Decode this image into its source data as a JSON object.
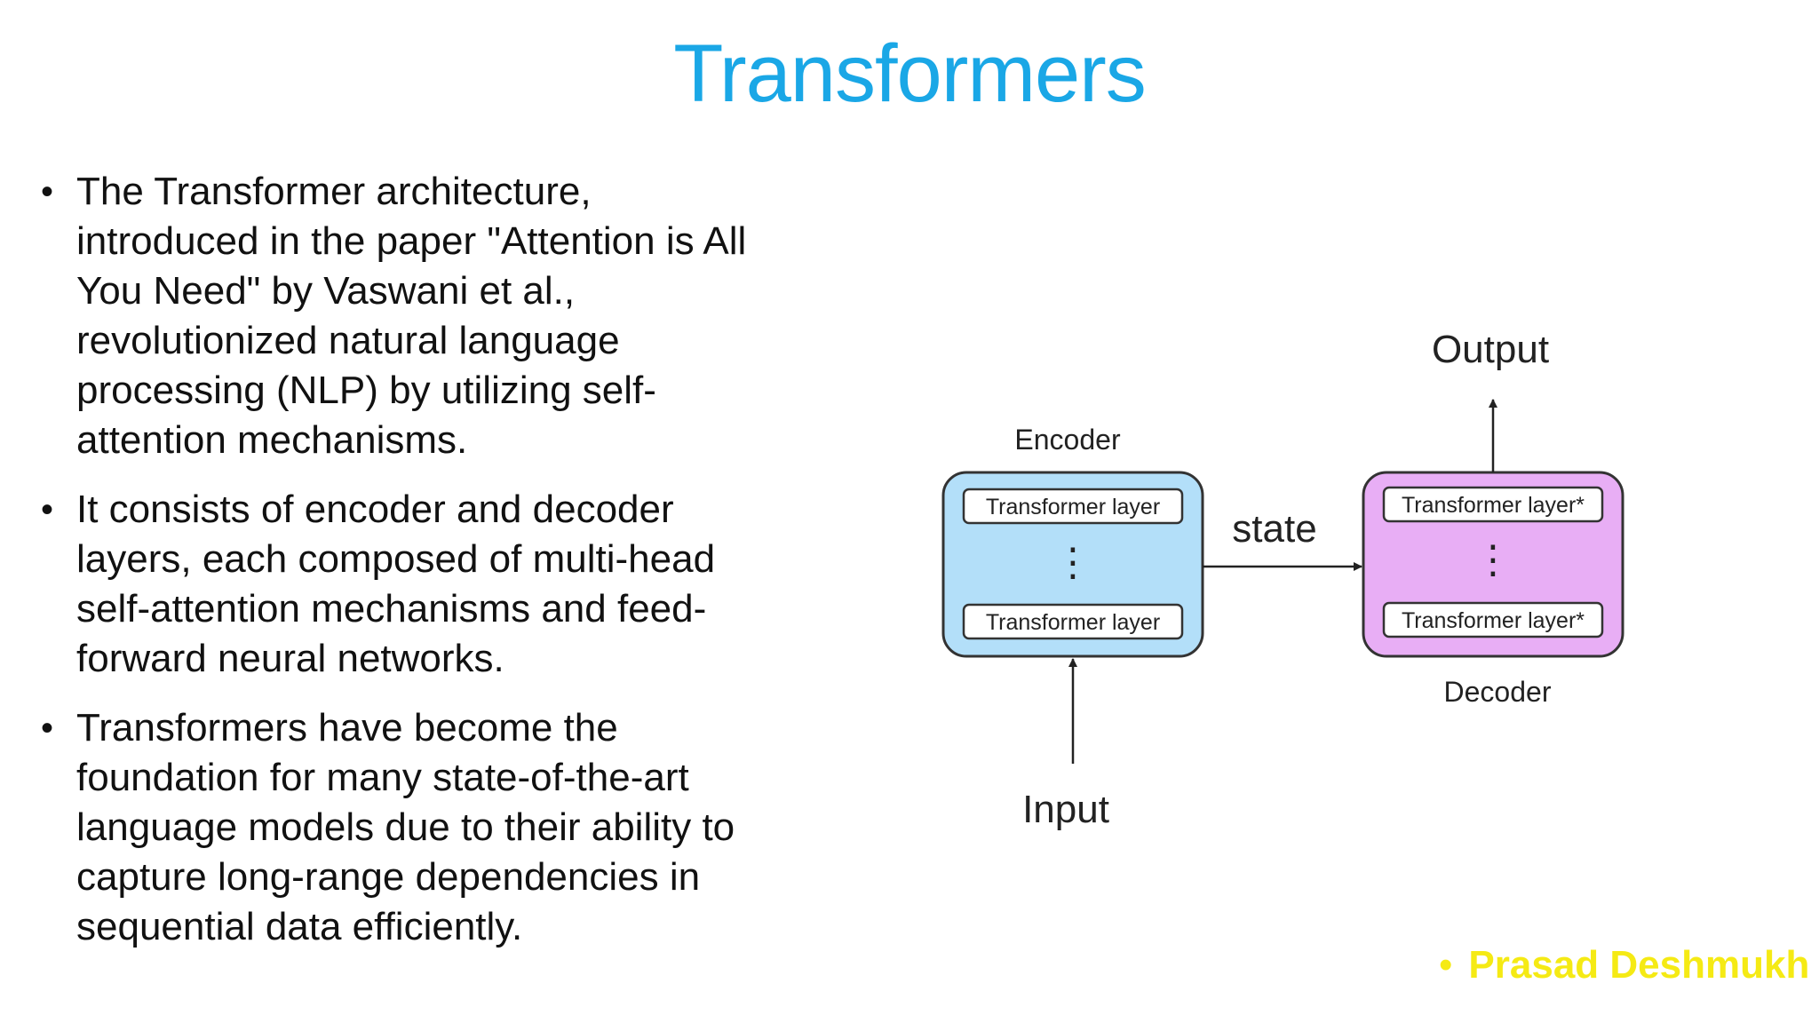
{
  "title": "Transformers",
  "bullets": [
    "The Transformer architecture,\nintroduced in the paper \"Attention is All\nYou Need\" by Vaswani et al.,\nrevolutionized natural language\nprocessing (NLP) by utilizing self-\nattention mechanisms.",
    "It consists of encoder and decoder\nlayers, each composed of multi-head\nself-attention mechanisms and feed-\nforward neural networks.",
    "Transformers have become the\nfoundation for many state-of-the-art\nlanguage models due to their ability to\ncapture long-range dependencies in\nsequential data efficiently."
  ],
  "diagram": {
    "encoder_label": "Encoder",
    "decoder_label": "Decoder",
    "encoder_layer_top": "Transformer layer",
    "encoder_layer_bottom": "Transformer layer",
    "decoder_layer_top": "Transformer layer*",
    "decoder_layer_bottom": "Transformer layer*",
    "ellipsis": "⋮",
    "state_label": "state",
    "input_label": "Input",
    "output_label": "Output",
    "encoder_color": "#b3dff9",
    "decoder_color": "#e8aef5"
  },
  "author": "Prasad Deshmukh"
}
